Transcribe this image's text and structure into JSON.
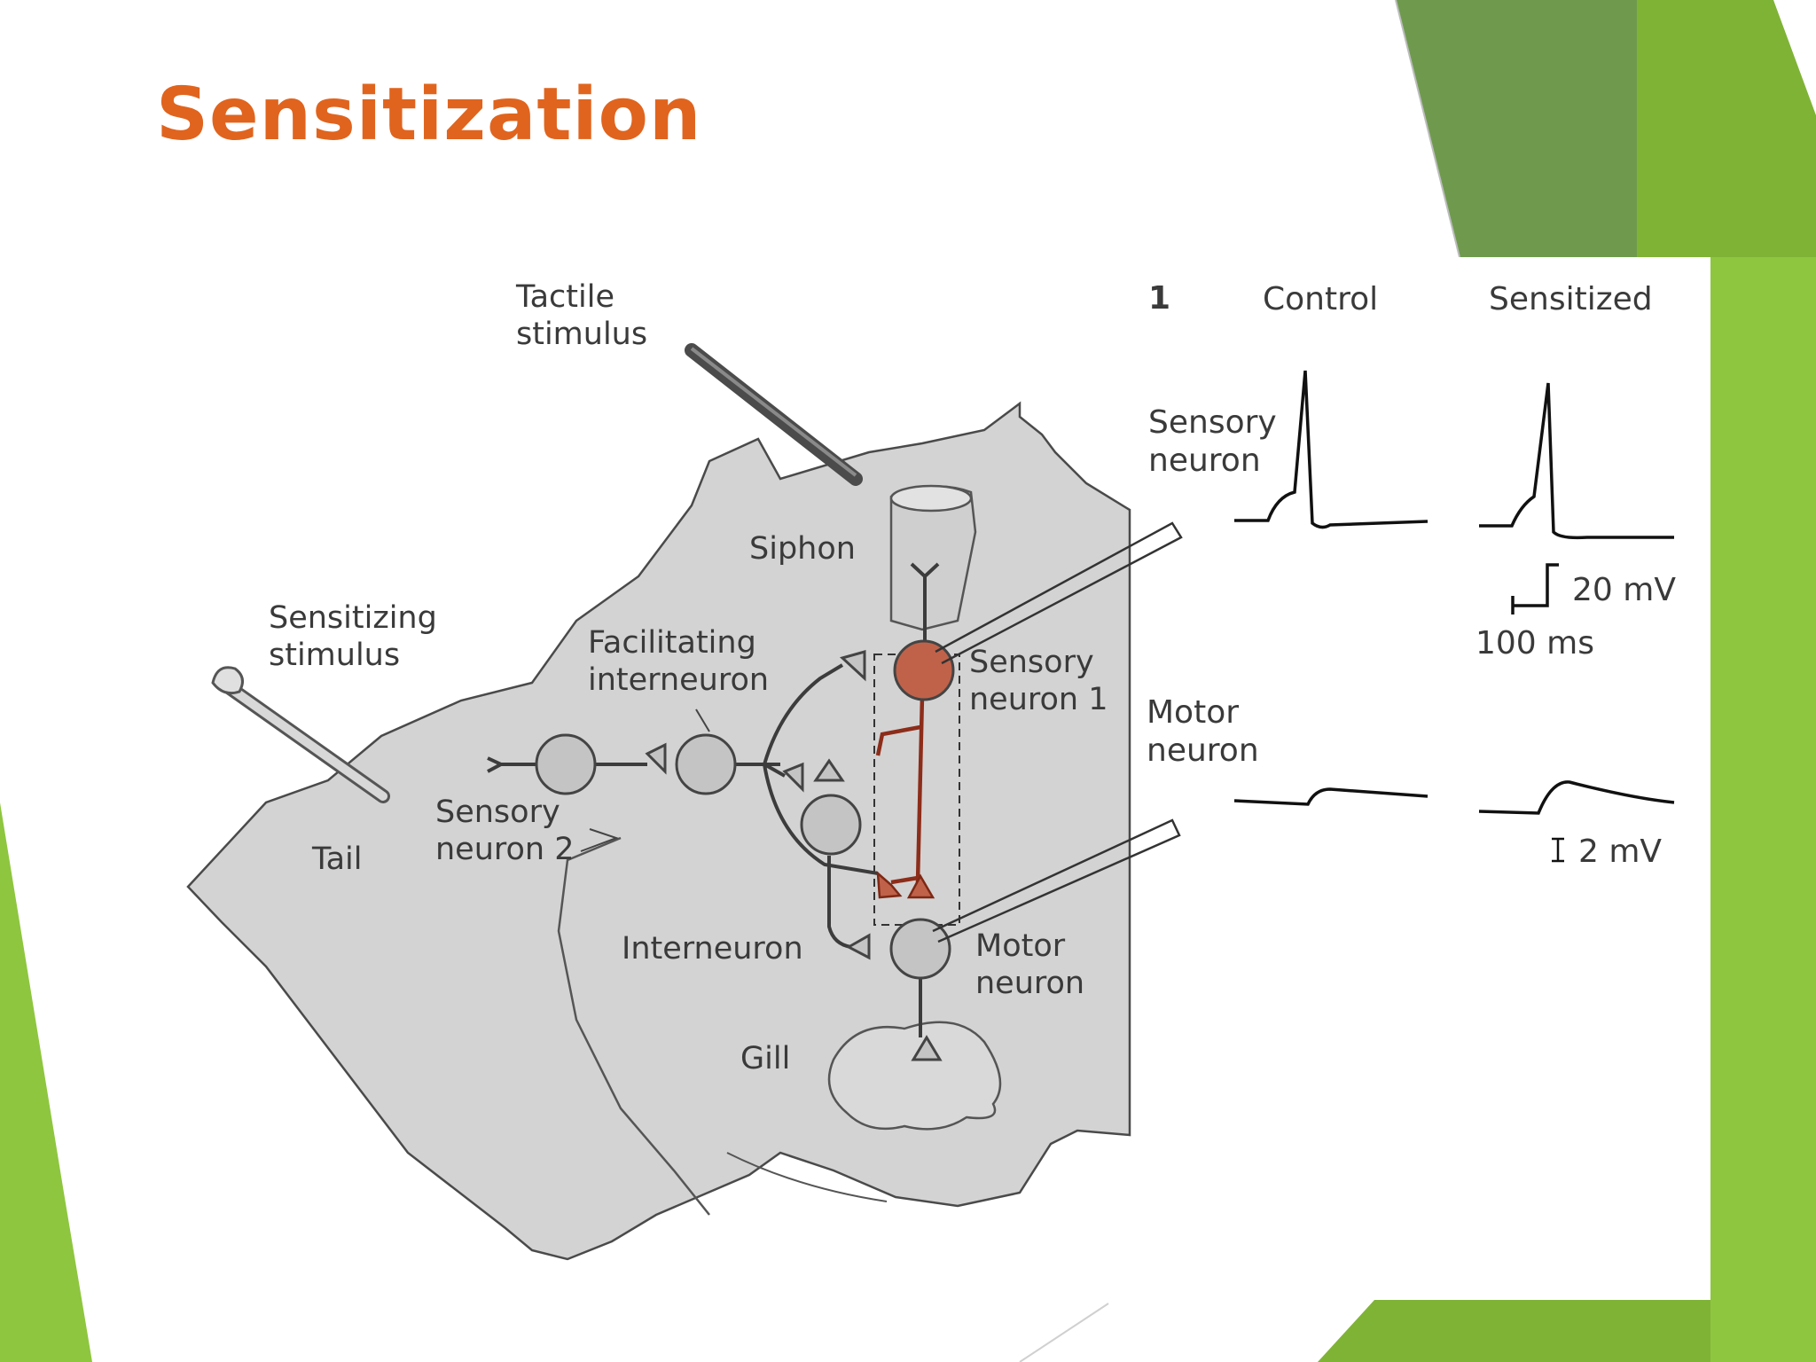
{
  "slide": {
    "title": "Sensitization",
    "title_color": "#e0641e",
    "background_color": "#ffffff",
    "accent_colors": {
      "green_dark": "#6f9a4e",
      "green_mid": "#7fb336",
      "green_light": "#8ec63f",
      "green_pale": "#9fcf5a"
    }
  },
  "figure": {
    "labels": {
      "tactile_1": "Tactile",
      "tactile_2": "stimulus",
      "siphon": "Siphon",
      "sensitizing_1": "Sensitizing",
      "sensitizing_2": "stimulus",
      "facilitating_1": "Facilitating",
      "facilitating_2": "interneuron",
      "sensory1_1": "Sensory",
      "sensory1_2": "neuron 1",
      "sensory2_1": "Sensory",
      "sensory2_2": "neuron 2",
      "tail": "Tail",
      "interneuron": "Interneuron",
      "motor_1": "Motor",
      "motor_2": "neuron",
      "gill": "Gill"
    },
    "colors": {
      "body": "#d3d3d3",
      "neuron": "#c4c4c4",
      "highlight": "#c0624a",
      "line": "#3c3c3c"
    }
  },
  "recordings": {
    "panel_number": "1",
    "columns": [
      "Control",
      "Sensitized"
    ],
    "rows": [
      {
        "label_1": "Sensory",
        "label_2": "neuron"
      },
      {
        "label_1": "Motor",
        "label_2": "neuron"
      }
    ],
    "scale_voltage_top": "20 mV",
    "scale_time": "100 ms",
    "scale_voltage_bottom": "2 mV"
  }
}
